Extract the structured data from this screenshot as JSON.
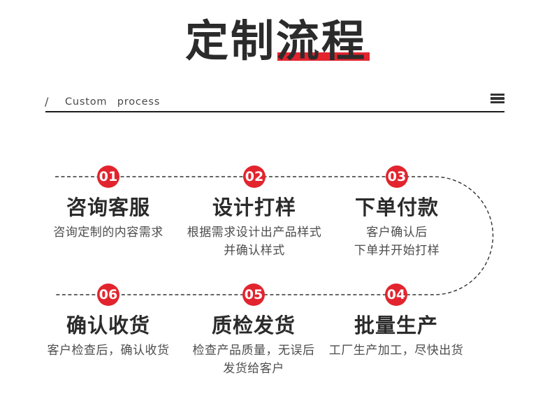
{
  "header": {
    "title_plain": "定制",
    "title_highlight": "流程",
    "subtitle_slash": "/",
    "subtitle": "Custom process"
  },
  "colors": {
    "accent_red": "#e2242e",
    "title_black": "#2b2b2b",
    "desc_gray": "#4d4d4d"
  },
  "icons": {
    "menu_icon": "menu-icon"
  },
  "steps": [
    {
      "number": "01",
      "title": "咨询客服",
      "desc_lines": [
        "咨询定制的内容需求"
      ]
    },
    {
      "number": "02",
      "title": "设计打样",
      "desc_lines": [
        "根据需求设计出产品样式",
        "并确认样式"
      ]
    },
    {
      "number": "03",
      "title": "下单付款",
      "desc_lines": [
        "客户确认后",
        "下单并开始打样"
      ]
    },
    {
      "number": "04",
      "title": "批量生产",
      "desc_lines": [
        "工厂生产加工，尽快出货"
      ]
    },
    {
      "number": "05",
      "title": "质检发货",
      "desc_lines": [
        "检查产品质量，无误后",
        "发货给客户"
      ]
    },
    {
      "number": "06",
      "title": "确认收货",
      "desc_lines": [
        "客户检查后，确认收货"
      ]
    }
  ]
}
